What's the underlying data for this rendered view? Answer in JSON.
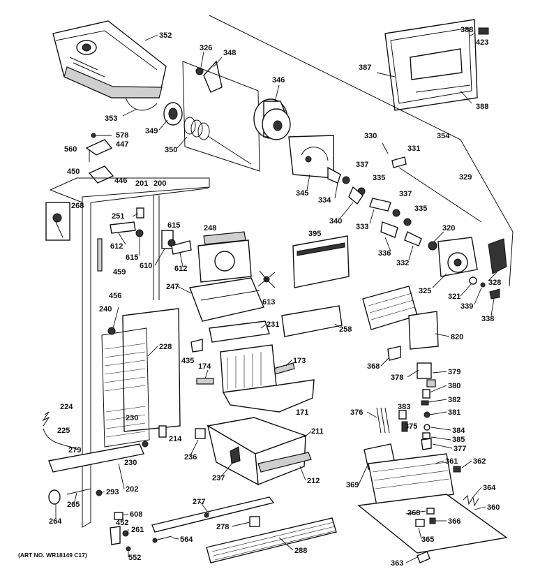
{
  "art_number": "(ART NO. WR18149 C17)",
  "callouts": [
    {
      "id": "c352",
      "text": "352"
    },
    {
      "id": "c326",
      "text": "326"
    },
    {
      "id": "c348",
      "text": "348"
    },
    {
      "id": "c346",
      "text": "346"
    },
    {
      "id": "c388a",
      "text": "388"
    },
    {
      "id": "c423",
      "text": "423"
    },
    {
      "id": "c387",
      "text": "387"
    },
    {
      "id": "c388b",
      "text": "388"
    },
    {
      "id": "c353",
      "text": "353"
    },
    {
      "id": "c349",
      "text": "349"
    },
    {
      "id": "c350",
      "text": "350"
    },
    {
      "id": "c578",
      "text": "578"
    },
    {
      "id": "c447",
      "text": "447"
    },
    {
      "id": "c560",
      "text": "560"
    },
    {
      "id": "c450",
      "text": "450"
    },
    {
      "id": "c446",
      "text": "446"
    },
    {
      "id": "c201",
      "text": "201"
    },
    {
      "id": "c200",
      "text": "200"
    },
    {
      "id": "c330",
      "text": "330"
    },
    {
      "id": "c354",
      "text": "354"
    },
    {
      "id": "c331",
      "text": "331"
    },
    {
      "id": "c337a",
      "text": "337"
    },
    {
      "id": "c335a",
      "text": "335"
    },
    {
      "id": "c329",
      "text": "329"
    },
    {
      "id": "c345",
      "text": "345"
    },
    {
      "id": "c334",
      "text": "334"
    },
    {
      "id": "c337b",
      "text": "337"
    },
    {
      "id": "c340",
      "text": "340"
    },
    {
      "id": "c333",
      "text": "333"
    },
    {
      "id": "c335b",
      "text": "335"
    },
    {
      "id": "c268",
      "text": "268"
    },
    {
      "id": "c251",
      "text": "251"
    },
    {
      "id": "c615a",
      "text": "615"
    },
    {
      "id": "c248",
      "text": "248"
    },
    {
      "id": "c612a",
      "text": "612"
    },
    {
      "id": "c615b",
      "text": "615"
    },
    {
      "id": "c610",
      "text": "610"
    },
    {
      "id": "c612b",
      "text": "612"
    },
    {
      "id": "c395",
      "text": "395"
    },
    {
      "id": "c320",
      "text": "320"
    },
    {
      "id": "c336",
      "text": "336"
    },
    {
      "id": "c332",
      "text": "332"
    },
    {
      "id": "c459",
      "text": "459"
    },
    {
      "id": "c247",
      "text": "247"
    },
    {
      "id": "c456",
      "text": "456"
    },
    {
      "id": "c613",
      "text": "613"
    },
    {
      "id": "c325",
      "text": "325"
    },
    {
      "id": "c328",
      "text": "328"
    },
    {
      "id": "c321",
      "text": "321"
    },
    {
      "id": "c339",
      "text": "339"
    },
    {
      "id": "c240",
      "text": "240"
    },
    {
      "id": "c338",
      "text": "338"
    },
    {
      "id": "c231",
      "text": "231"
    },
    {
      "id": "c258",
      "text": "258"
    },
    {
      "id": "c820",
      "text": "820"
    },
    {
      "id": "c228",
      "text": "228"
    },
    {
      "id": "c435",
      "text": "435"
    },
    {
      "id": "c174",
      "text": "174"
    },
    {
      "id": "c173",
      "text": "173"
    },
    {
      "id": "c368a",
      "text": "368"
    },
    {
      "id": "c378",
      "text": "378"
    },
    {
      "id": "c379",
      "text": "379"
    },
    {
      "id": "c380",
      "text": "380"
    },
    {
      "id": "c224",
      "text": "224"
    },
    {
      "id": "c382",
      "text": "382"
    },
    {
      "id": "c171",
      "text": "171"
    },
    {
      "id": "c230a",
      "text": "230"
    },
    {
      "id": "c376",
      "text": "376"
    },
    {
      "id": "c383",
      "text": "383"
    },
    {
      "id": "c381",
      "text": "381"
    },
    {
      "id": "c225",
      "text": "225"
    },
    {
      "id": "c375",
      "text": "375"
    },
    {
      "id": "c384",
      "text": "384"
    },
    {
      "id": "c211",
      "text": "211"
    },
    {
      "id": "c385",
      "text": "385"
    },
    {
      "id": "c214",
      "text": "214"
    },
    {
      "id": "c279",
      "text": "279"
    },
    {
      "id": "c236",
      "text": "236"
    },
    {
      "id": "c377",
      "text": "377"
    },
    {
      "id": "c230b",
      "text": "230"
    },
    {
      "id": "c361",
      "text": "361"
    },
    {
      "id": "c362",
      "text": "362"
    },
    {
      "id": "c237",
      "text": "237"
    },
    {
      "id": "c212",
      "text": "212"
    },
    {
      "id": "c369",
      "text": "369"
    },
    {
      "id": "c202",
      "text": "202"
    },
    {
      "id": "c293",
      "text": "293"
    },
    {
      "id": "c364",
      "text": "364"
    },
    {
      "id": "c277",
      "text": "277"
    },
    {
      "id": "c265",
      "text": "265"
    },
    {
      "id": "c264",
      "text": "264"
    },
    {
      "id": "c360",
      "text": "360"
    },
    {
      "id": "c608",
      "text": "608"
    },
    {
      "id": "c368b",
      "text": "368"
    },
    {
      "id": "c452",
      "text": "452"
    },
    {
      "id": "c366",
      "text": "366"
    },
    {
      "id": "c278",
      "text": "278"
    },
    {
      "id": "c261",
      "text": "261"
    },
    {
      "id": "c564",
      "text": "564"
    },
    {
      "id": "c365",
      "text": "365"
    },
    {
      "id": "c288",
      "text": "288"
    },
    {
      "id": "c552",
      "text": "552"
    },
    {
      "id": "c363",
      "text": "363"
    }
  ]
}
